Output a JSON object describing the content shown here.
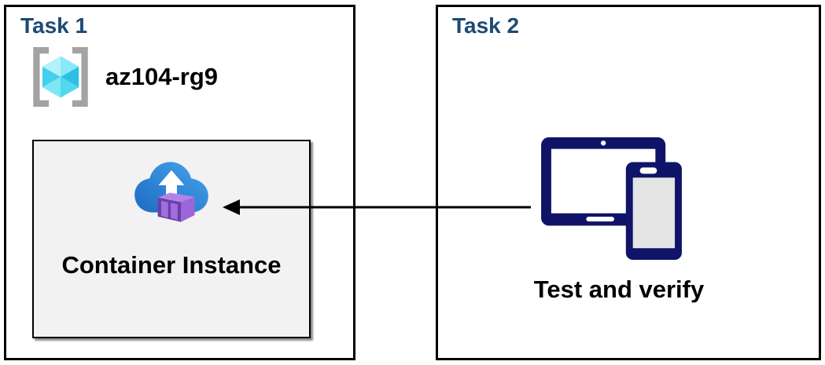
{
  "task1": {
    "title": "Task 1",
    "resource_group": {
      "name": "az104-rg9",
      "icon": "resource-group-icon"
    },
    "container_box": {
      "label": "Container Instance",
      "icon": "container-instance-icon",
      "background": "#f2f2f2"
    }
  },
  "task2": {
    "title": "Task 2",
    "label": "Test and verify",
    "icon": "devices-icon"
  },
  "arrow": {
    "direction": "right-to-left",
    "color": "#000000"
  },
  "colors": {
    "task_title_blue": "#1c4a74",
    "box_border": "#000000",
    "inner_box_bg": "#f2f2f2",
    "device_navy": "#101468",
    "device_screen_white": "#ffffff",
    "device_screen_gray": "#e4e4e4",
    "cloud_blue_dark": "#1e6ac1",
    "cloud_blue_light": "#46a5ec",
    "arrow_white": "#ffffff",
    "container_front": "#6b3fa6",
    "container_door": "#a06ee0",
    "container_side": "#9c66d9",
    "container_top": "#b583e8",
    "rg_bracket_gray": "#a3a3a3",
    "rg_cyan_1": "#b3f2fb",
    "rg_cyan_2": "#8ae9f8",
    "rg_cyan_3": "#29c2e4",
    "rg_cyan_4": "#53d7f0",
    "rg_cyan_5": "#7fe6f6",
    "rg_cyan_6": "#45cfec"
  }
}
